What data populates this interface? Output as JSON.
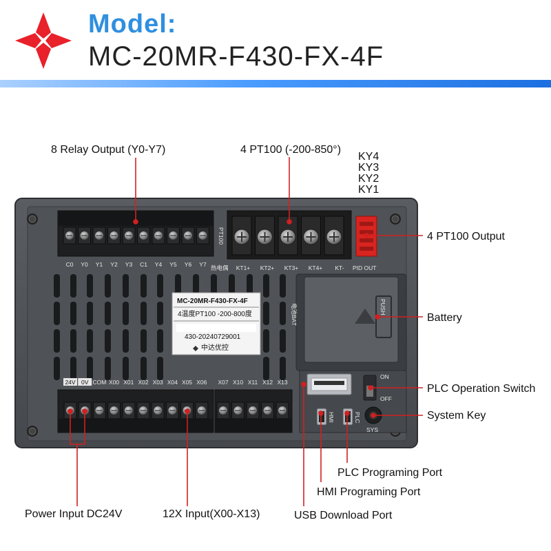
{
  "header": {
    "model_label": "Model:",
    "model_value": "MC-20MR-F430-FX-4F",
    "accent_color": "#2f8fe0",
    "logo_color": "#e8212a"
  },
  "callouts": {
    "relay_output": "8 Relay Output (Y0-Y7)",
    "pt100_input": "4 PT100 (-200-850°)",
    "ky4": "KY4",
    "ky3": "KY3",
    "ky2": "KY2",
    "ky1": "KY1",
    "pt100_output": "4 PT100 Output",
    "battery": "Battery",
    "plc_operation_switch": "PLC Operation Switch",
    "system_key": "System Key",
    "plc_programing_port": "PLC Programing Port",
    "hmi_programing_port": "HMI Programing Port",
    "usb_download_port": "USB Download Port",
    "power_input": "Power Input DC24V",
    "x_input": "12X Input(X00-X13)"
  },
  "device": {
    "top_terminals": [
      "C0",
      "Y0",
      "Y1",
      "Y2",
      "Y3",
      "C1",
      "Y4",
      "Y5",
      "Y6",
      "Y7"
    ],
    "thermo_label": "热电偶",
    "kt_terminals": [
      "KT1+",
      "KT2+",
      "KT3+",
      "KT4+",
      "KT-"
    ],
    "pid_label": "PID OUT",
    "bottom_power": [
      "24V",
      "0V"
    ],
    "bottom_terminals": [
      "COM",
      "X00",
      "X01",
      "X02",
      "X03",
      "X04",
      "X05",
      "X06"
    ],
    "bottom_terminals_right": [
      "X07",
      "X10",
      "X11",
      "X12",
      "X13"
    ],
    "sticker_model": "MC-20MR-F430-FX-4F",
    "sticker_desc": "4温度PT100 -200-800度",
    "sticker_serial": "430-20240729001",
    "sticker_brand": "中达优控",
    "battery_push": "PUSH",
    "battery_side_label": "电池BAT",
    "switch_on": "ON",
    "switch_off": "OFF",
    "port_hmi": "HMI",
    "port_plc": "PLC",
    "sys_label": "SYS"
  }
}
